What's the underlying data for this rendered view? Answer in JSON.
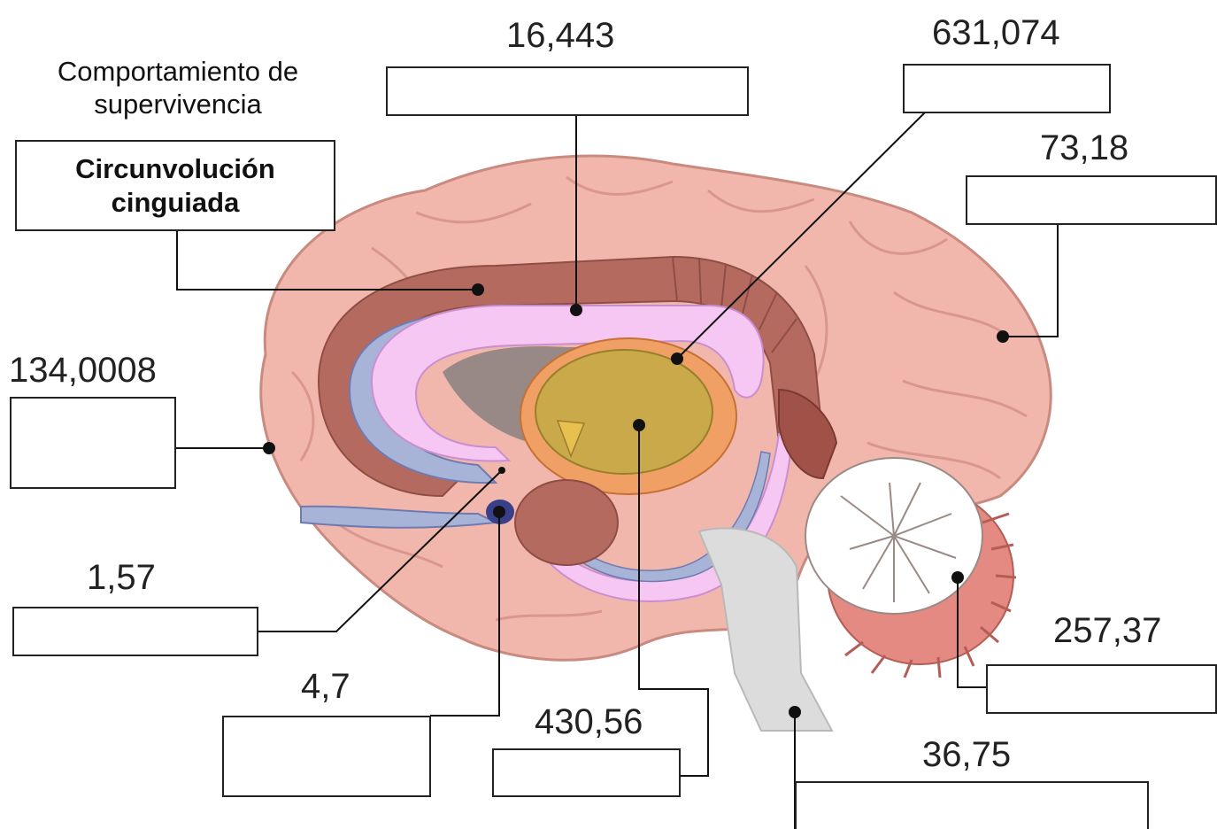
{
  "caption": {
    "line1": "Comportamiento de",
    "line2": "supervivencia"
  },
  "boxes": [
    {
      "id": "cingulate",
      "label_line1": "Circunvolución",
      "label_line2": "cinguiada"
    },
    {
      "id": "top-center",
      "number": "16,443",
      "label": ""
    },
    {
      "id": "top-right",
      "number": "631,074",
      "label": ""
    },
    {
      "id": "right-upper",
      "number": "73,18",
      "label": ""
    },
    {
      "id": "left-middle",
      "number": "134,0008",
      "label": ""
    },
    {
      "id": "left-lower",
      "number": "1,57",
      "label": ""
    },
    {
      "id": "bottom-left",
      "number": "4,7",
      "label": ""
    },
    {
      "id": "bottom-center",
      "number": "430,56",
      "label": ""
    },
    {
      "id": "right-lower",
      "number": "257,37",
      "label": ""
    },
    {
      "id": "bottom-right",
      "number": "36,75",
      "label": ""
    }
  ],
  "colors": {
    "cortex": "#f2b7ac",
    "cortex_dark": "#d98d83",
    "corpus_callosum": "#f6c7f2",
    "ventricle": "#a8b3d8",
    "thalamus": "#c9a94a",
    "thalamus_ring": "#f0a064",
    "cingulate": "#b56a60",
    "brainstem": "#dcdcdc",
    "cerebellum": "#e58a82"
  }
}
